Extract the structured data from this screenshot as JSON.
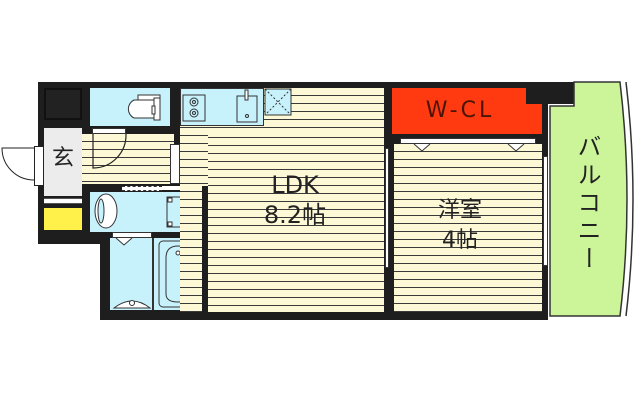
{
  "floorplan": {
    "rooms": {
      "ldk": {
        "name": "LDK",
        "size": "8.2帖"
      },
      "western_room": {
        "name": "洋室",
        "size": "4帖"
      },
      "walk_in_closet": {
        "name": "W-CL"
      },
      "entrance": {
        "name": "玄"
      },
      "balcony": {
        "name": "バルコニー"
      }
    },
    "colors": {
      "wall": "#1e1e1e",
      "floor": "#fdf8d6",
      "wet_area": "#c8f2fb",
      "closet": "#ff3a10",
      "balcony": "#ccf59a",
      "entrance": "#ececec",
      "shoe_box": "#fff04a"
    }
  }
}
